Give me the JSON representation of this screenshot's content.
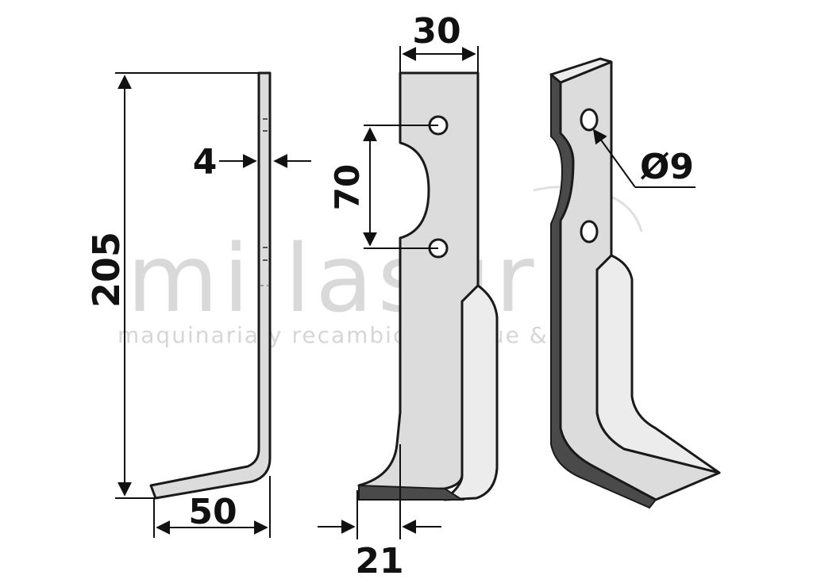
{
  "watermark": {
    "brand": "millasur",
    "tagline": "maquinaria y recambios bosque & jardín"
  },
  "dimensions": {
    "thickness": "4",
    "height": "205",
    "foot_width": "50",
    "blade_width": "30",
    "hole_spacing": "70",
    "offset": "21",
    "hole_diameter": "Ø9"
  }
}
